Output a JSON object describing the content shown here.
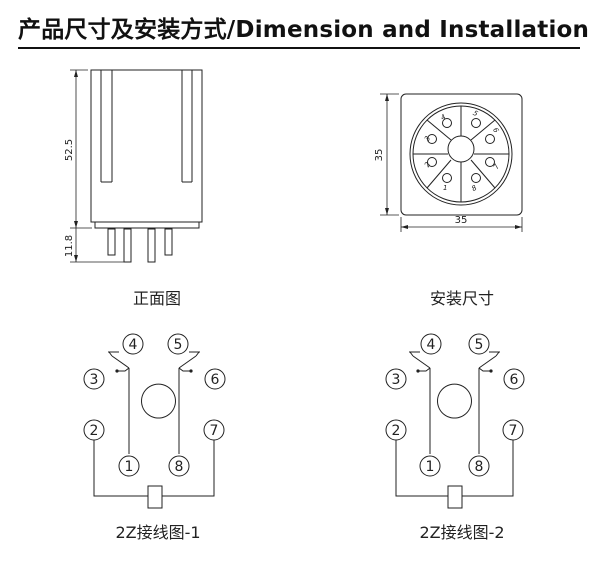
{
  "header": {
    "title": "产品尺寸及安装方式/Dimension and  Installation"
  },
  "front_view": {
    "caption": "正面图",
    "dim_height": "52.5",
    "dim_pins": "11.8"
  },
  "mount_view": {
    "caption": "安装尺寸",
    "dim_height": "35",
    "dim_width": "35",
    "pin_labels": [
      "1",
      "2",
      "3",
      "4",
      "5",
      "6",
      "7",
      "8"
    ]
  },
  "wiring_1": {
    "caption": "2Z接线图-1",
    "terminals": [
      "1",
      "2",
      "3",
      "4",
      "5",
      "6",
      "7",
      "8"
    ]
  },
  "wiring_2": {
    "caption": "2Z接线图-2",
    "terminals": [
      "1",
      "2",
      "3",
      "4",
      "5",
      "6",
      "7",
      "8"
    ]
  }
}
